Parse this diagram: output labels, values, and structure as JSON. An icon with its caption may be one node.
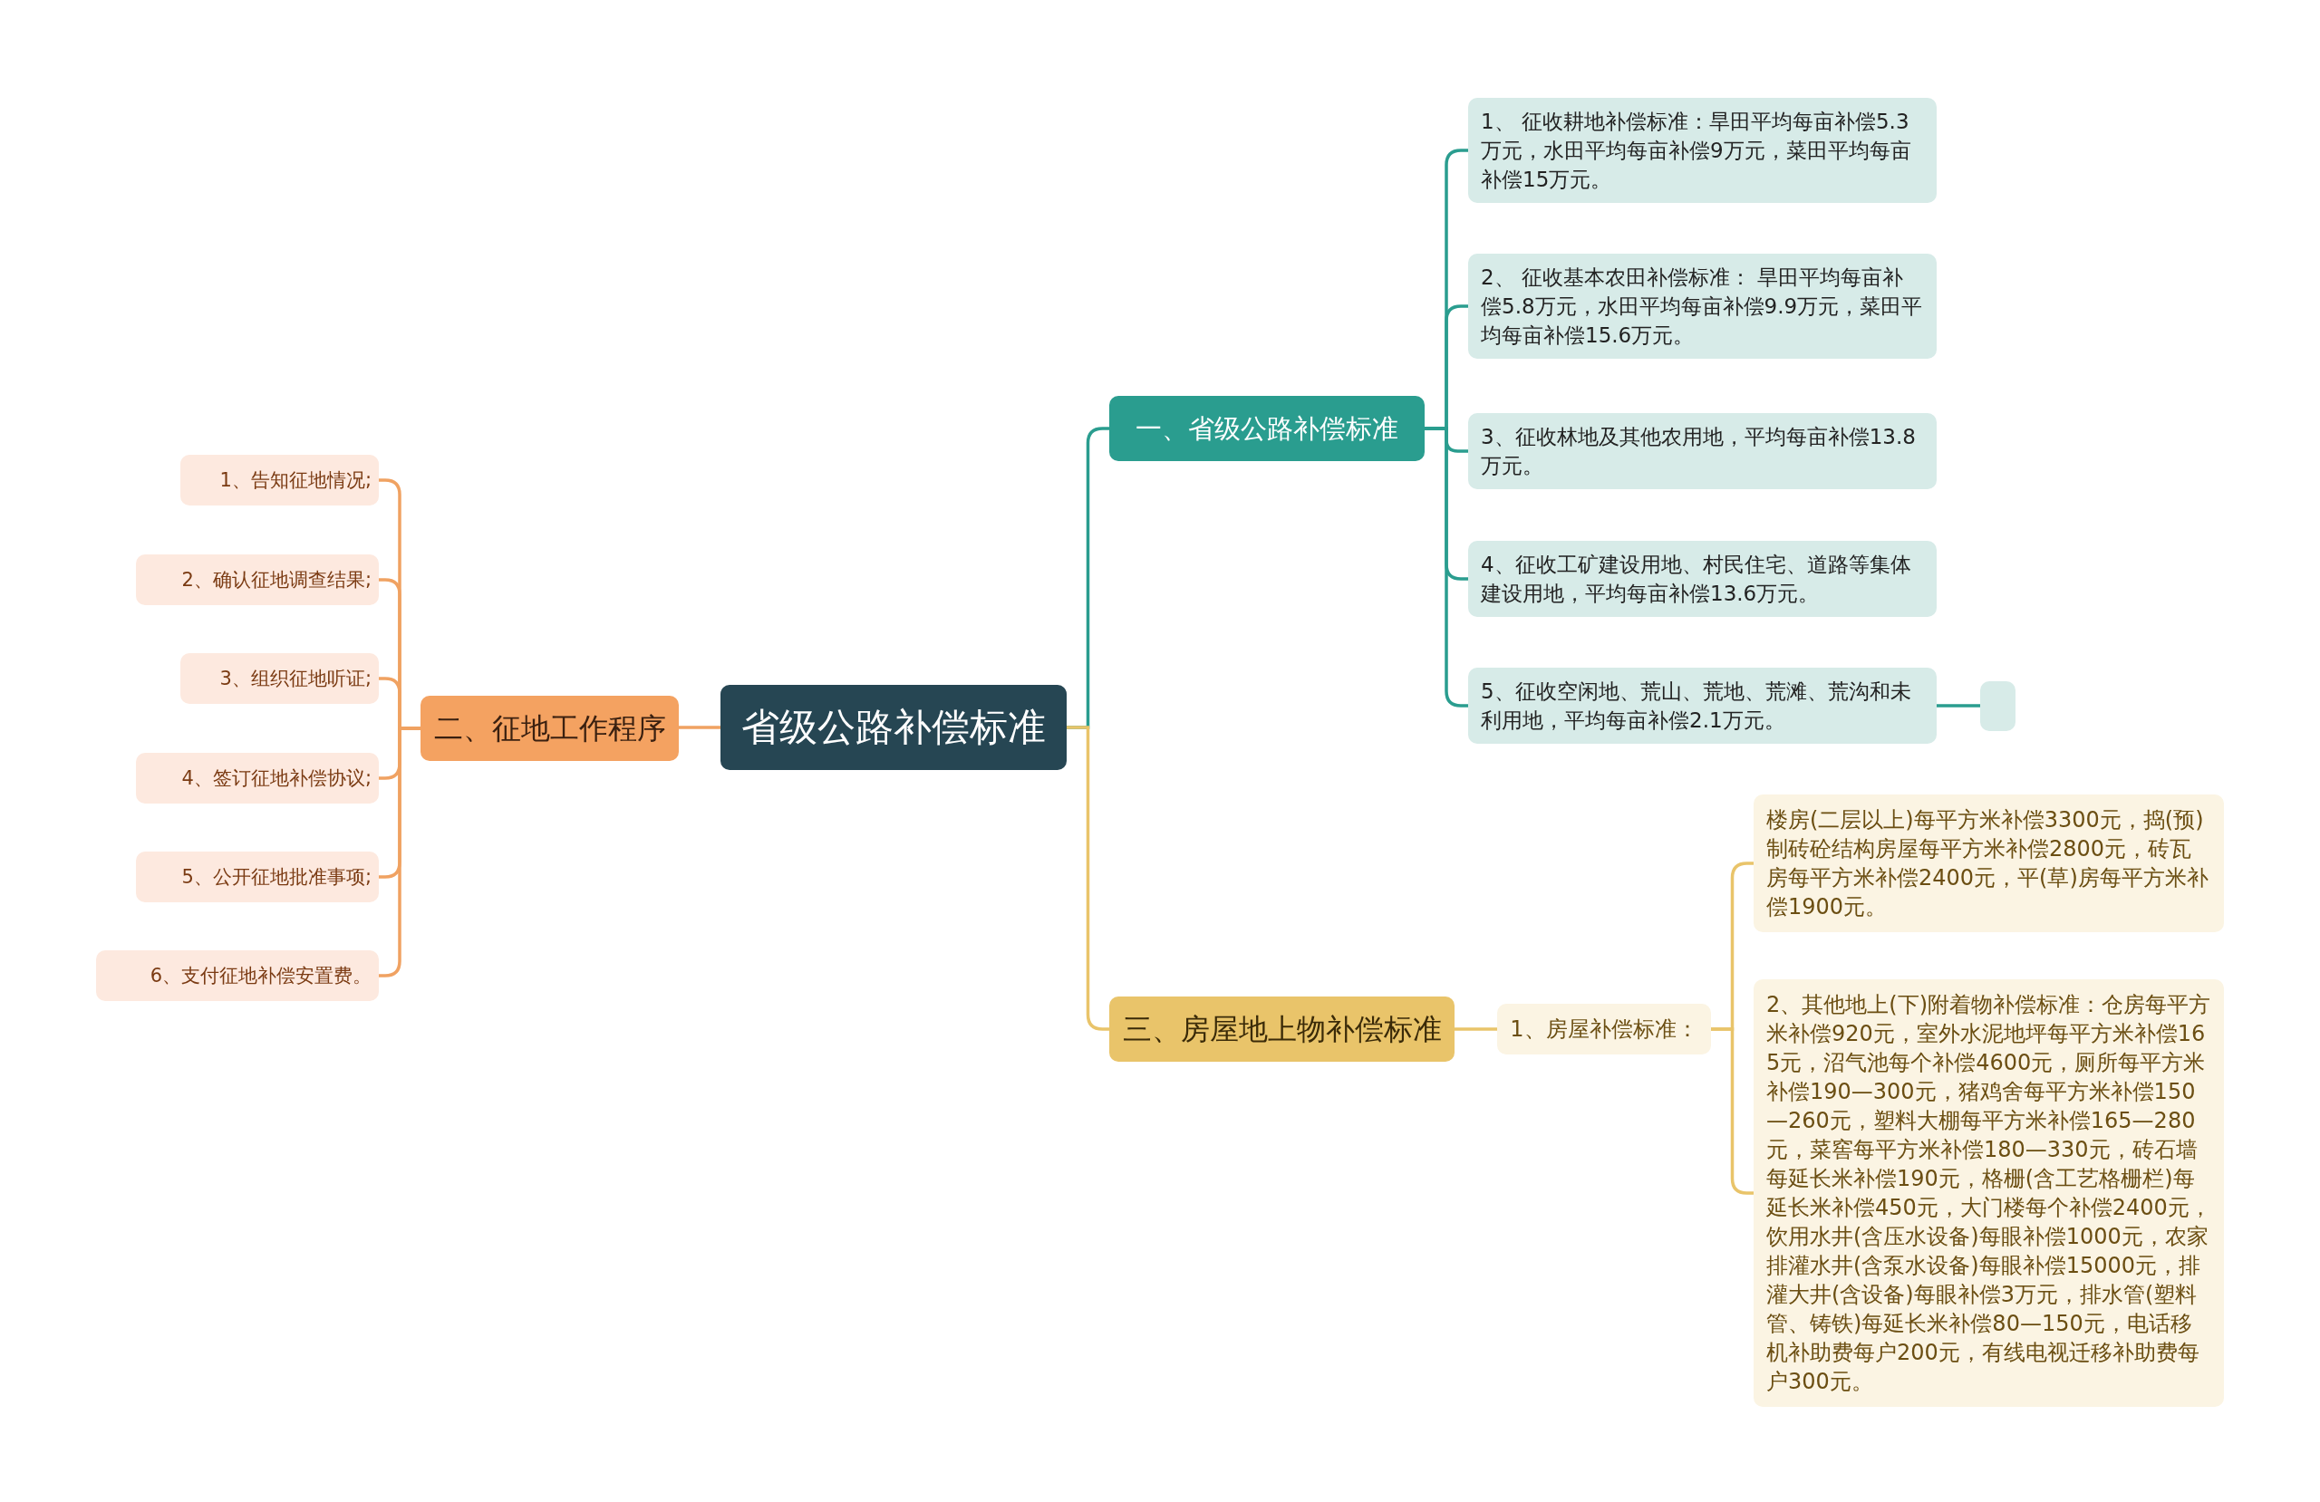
{
  "diagram": {
    "nodes": [
      {
        "text": [
          "省级公路补偿标准"
        ]
      },
      {
        "text": [
          "一、省级公路补偿标准"
        ]
      },
      {
        "text": [
          "1、 征收耕地补偿标准：旱田平均每亩补偿5.3万元，水田平均每亩补偿9万元，菜田平均每亩补偿15万元。"
        ]
      },
      {
        "text": [
          "2、 征收基本农田补偿标准： 旱田平均每亩补偿5.8万元，水田平均每亩补偿9.9万元，菜田平均每亩补偿15.6万元。"
        ]
      },
      {
        "text": [
          "3、征收林地及其他农用地，平均每亩补偿13.8万元。"
        ]
      },
      {
        "text": [
          "4、征收工矿建设用地、村民住宅、道路等集体建设用地，平均每亩补偿13.6万元。"
        ]
      },
      {
        "text": [
          "5、征收空闲地、荒山、荒地、荒滩、荒沟和未利用地，平均每亩补偿2.1万元。"
        ]
      },
      {
        "text": [],
        "shape": "box"
      },
      {
        "text": [
          "二、征地工作程序"
        ]
      },
      {
        "text": [
          "1、告知征地情况;"
        ]
      },
      {
        "text": [
          "2、确认征地调查结果;"
        ]
      },
      {
        "text": [
          "3、组织征地听证;"
        ]
      },
      {
        "text": [
          "4、签订征地补偿协议;"
        ]
      },
      {
        "text": [
          "5、公开征地批准事项;"
        ]
      },
      {
        "text": [
          "6、支付征地补偿安置费。"
        ]
      },
      {
        "text": [
          "三、房屋地上物补偿标准"
        ]
      },
      {
        "text": [
          "1、房屋补偿标准："
        ]
      },
      {
        "text": [
          "楼房(二层以上)每平方米补偿3300元，捣(预)制砖砼结构房屋每平方米补偿2800元，砖瓦房每平方米补偿2400元，平(草)房每平方米补偿1900元。"
        ]
      },
      {
        "text": [
          "2、其他地上(下)附着物补偿标准：仓房每平方米补偿920元，室外水泥地坪每平方米补偿165元，沼气池每个补偿4600元，厕所每平方米补偿190—300元，猪鸡舍每平方米补偿150—260元，塑料大棚每平方米补偿165—280元，菜窖每平方米补偿180—330元，砖石墙每延长米补偿190元，格栅(含工艺格栅栏)每延长米补偿450元，大门楼每个补偿2400元，饮用水井(含压水设备)每眼补偿1000元，农家排灌水井(含泵水设备)每眼补偿15000元，排灌大井(含设备)每眼补偿3万元，排水管(塑料管、铸铁)每延长米补偿80—150元，电话移机补助费每户200元，有线电视迁移补助费每户300元。"
        ]
      }
    ],
    "edges": [
      {
        "from": 0,
        "to": 1,
        "arrow": "none"
      },
      {
        "from": 1,
        "to": 2,
        "arrow": "none"
      },
      {
        "from": 1,
        "to": 3,
        "arrow": "none"
      },
      {
        "from": 1,
        "to": 4,
        "arrow": "none"
      },
      {
        "from": 1,
        "to": 5,
        "arrow": "none"
      },
      {
        "from": 1,
        "to": 6,
        "arrow": "none"
      },
      {
        "from": 6,
        "to": 7,
        "arrow": "none"
      },
      {
        "from": 0,
        "to": 8,
        "arrow": "none",
        "color": "#f0a262"
      },
      {
        "from": 8,
        "to": 9,
        "arrow": "none",
        "color": "#f0a262"
      },
      {
        "from": 8,
        "to": 10,
        "arrow": "none",
        "color": "#f0a262"
      },
      {
        "from": 8,
        "to": 11,
        "arrow": "none",
        "color": "#f0a262"
      },
      {
        "from": 8,
        "to": 12,
        "arrow": "none",
        "color": "#f0a262"
      },
      {
        "from": 8,
        "to": 13,
        "arrow": "none",
        "color": "#f0a262"
      },
      {
        "from": 8,
        "to": 14,
        "arrow": "none",
        "color": "#f0a262"
      },
      {
        "from": 0,
        "to": 15,
        "arrow": "none",
        "color": "#e9c46a"
      },
      {
        "from": 15,
        "to": 16,
        "arrow": "none",
        "color": "#e9c46a"
      },
      {
        "from": 16,
        "to": 17,
        "arrow": "none",
        "color": "#e9c46a"
      },
      {
        "from": 16,
        "to": 18,
        "arrow": "none",
        "color": "#e9c46a"
      }
    ]
  }
}
